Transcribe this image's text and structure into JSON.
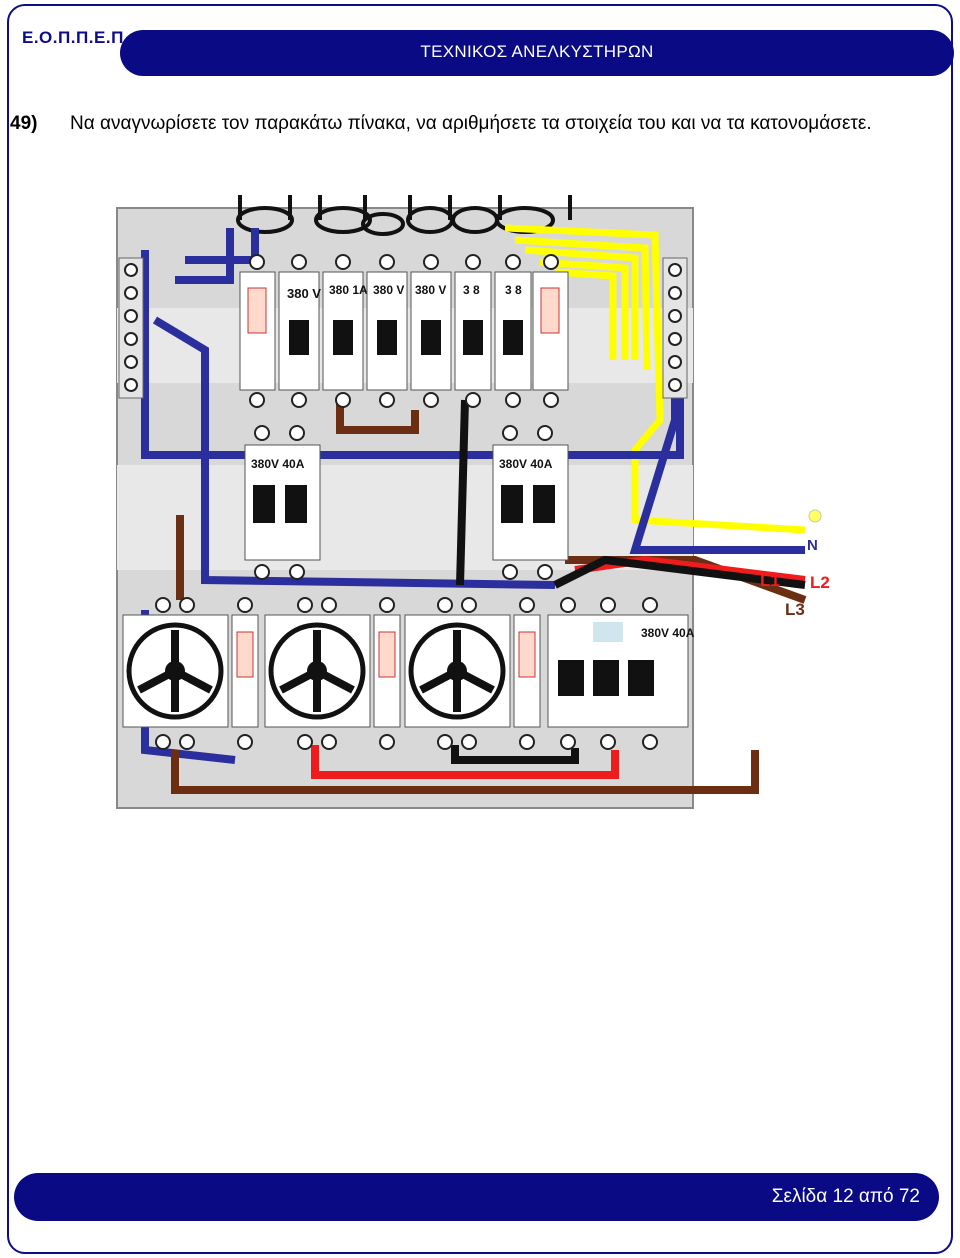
{
  "header": {
    "org": "Ε.Ο.Π.Π.Ε.Π.",
    "title": "ΤΕΧΝΙΚΟΣ ΑΝΕΛΚΥΣΤΗΡΩΝ"
  },
  "question": {
    "number": "49)",
    "text": "Να αναγνωρίσετε τον παρακάτω πίνακα, να αριθμήσετε τα στοιχεία του και να τα κατονομάσετε."
  },
  "diagram": {
    "top_breakers": [
      "380 V",
      "380 1A",
      "380 V",
      "380 V",
      "3 8",
      "3 8"
    ],
    "middle_breakers": [
      "380V 40A",
      "380V 40A"
    ],
    "bottom_breaker": "380V 40A",
    "terminal_labels": {
      "neutral": "N",
      "l1": "L1",
      "l2": "L2",
      "l3": "L3"
    }
  },
  "footer": {
    "page": "Σελίδα 12 από 72"
  },
  "colors": {
    "banner": "#0a0a85",
    "wire_blue": "#2b2f9e",
    "wire_yellow": "#ffff00",
    "wire_brown": "#6b2e12",
    "wire_red": "#ee1c1c",
    "wire_black": "#111111"
  }
}
